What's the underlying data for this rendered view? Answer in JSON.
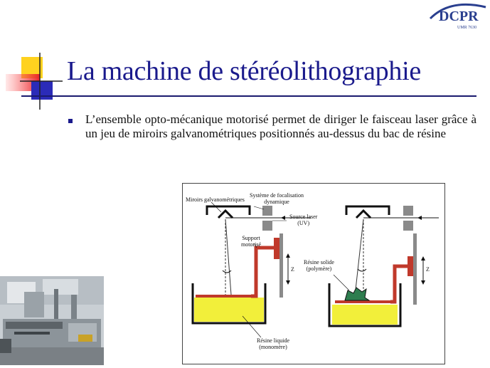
{
  "logo": {
    "text": "DCPR",
    "subtext": "UMR 7630"
  },
  "slide": {
    "title": "La machine de stéréolithographie",
    "bullet": "L’ensemble opto-mécanique motorisé permet de diriger le faisceau laser grâce à un jeu de miroirs galvanométriques positionnés au-dessus du bac de résine"
  },
  "diagram": {
    "labels": {
      "miroirs": "Miroirs galvanométriques",
      "focalisation_line1": "Système de focalisation",
      "focalisation_line2": "dynamique",
      "source_line1": "Source laser",
      "source_line2": "(UV)",
      "support_line1": "Support",
      "support_line2": "motorisé",
      "z_left": "Z",
      "z_right": "Z",
      "resine_solide_line1": "Résine solide",
      "resine_solide_line2": "(polymère)",
      "resine_liquide_line1": "Résine liquide",
      "resine_liquide_line2": "(monomère)"
    },
    "colors": {
      "resin": "#f2ef3a",
      "support": "#c0392b",
      "solid_part": "#2e7d4f",
      "block": "#8a8a8a"
    }
  }
}
